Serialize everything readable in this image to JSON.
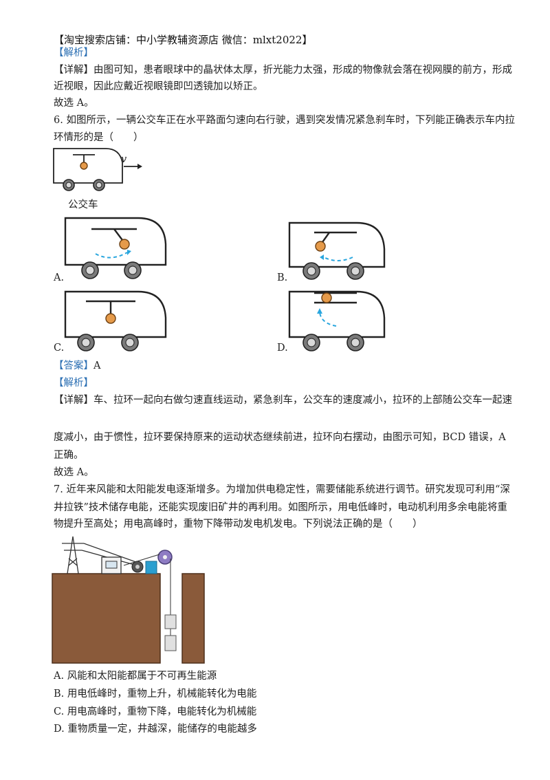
{
  "header": {
    "shop_line": "【淘宝搜索店铺：中小学教辅资源店  微信：mlxt2022】"
  },
  "q5": {
    "analysis_tag": "【解析】",
    "detail_line1": "【详解】由图可知，患者眼球中的晶状体太厚，折光能力太强，形成的物像就会落在视网膜的前方，形成",
    "detail_line2": "近视眼，因此应戴近视眼镜即凹透镜加以矫正。",
    "conclusion": "故选 A。"
  },
  "q6": {
    "stem_line1": "6. 如图所示，一辆公交车正在水平路面匀速向右行驶，遇到突发情况紧急刹车时，下列能正确表示车内拉",
    "stem_line2": "环情形的是（　　）",
    "velocity_label": "v",
    "bus_caption": "公交车",
    "options": {
      "a": "A.",
      "b": "B.",
      "c": "C.",
      "d": "D."
    },
    "answer": "【答案】A",
    "analysis_tag": "【解析】",
    "detail_line1": "【详解】车、拉环一起向右做匀速直线运动，紧急刹车，公交车的速度减小，拉环的上部随公交车一起速",
    "detail_line2": "度减小，由于惯性，拉环要保持原来的运动状态继续前进，拉环向右摆动，由图示可知，BCD 错误，A",
    "detail_line3": "正确。",
    "conclusion": "故选 A。"
  },
  "q7": {
    "stem_line1": "7. 近年来风能和太阳能发电逐渐增多。为增加供电稳定性，需要储能系统进行调节。研究发现可利用“深",
    "stem_line2": "井拉铁”技术储存电能，还能实现废旧矿井的再利用。如图所示，用电低峰时，电动机利用多余电能将重",
    "stem_line3": "物提升至高处；用电高峰时，重物下降带动发电机发电。下列说法正确的是（　　）",
    "option_a": "A. 风能和太阳能都属于不可再生能源",
    "option_b": "B. 用电低峰时，重物上升，机械能转化为电能",
    "option_c": "C. 用电高峰时，重物下降，电能转化为机械能",
    "option_d": "D. 重物质量一定，井越深，能储存的电能越多"
  }
}
